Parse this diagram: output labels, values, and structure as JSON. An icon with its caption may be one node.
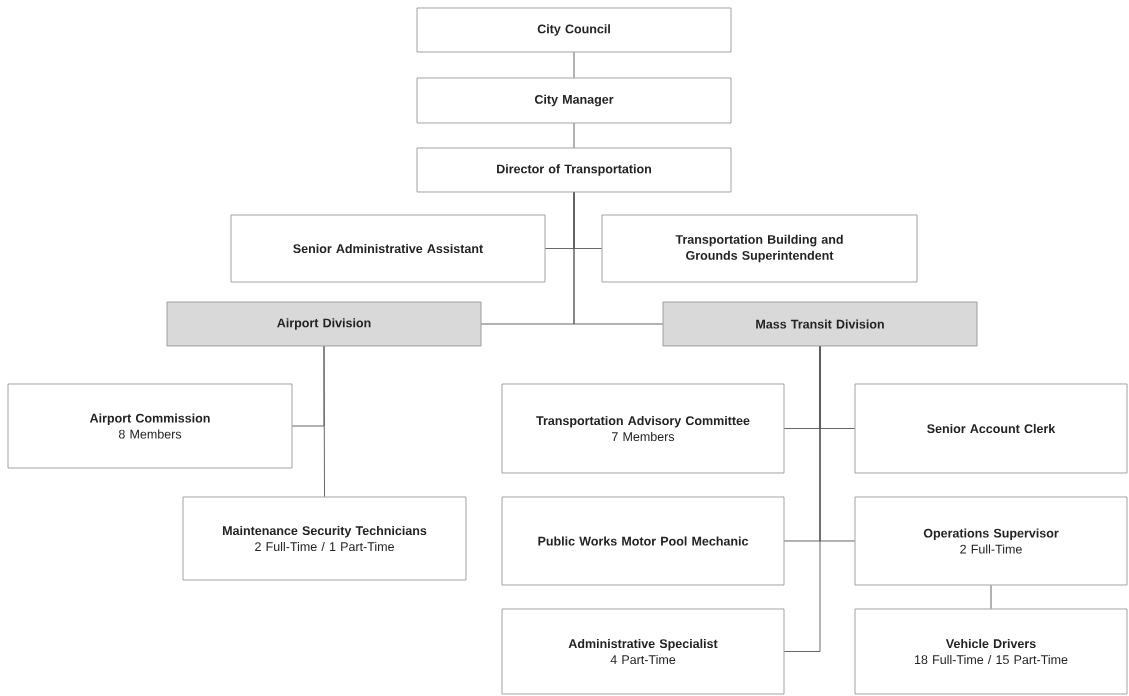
{
  "diagram": {
    "nodes": [
      {
        "text": [
          "City Council"
        ]
      },
      {
        "text": [
          "City Manager"
        ]
      },
      {
        "text": [
          "Director of Transportation"
        ]
      },
      {
        "text": [
          "Senior Administrative Assistant"
        ]
      },
      {
        "text": [
          "Transportation Building and Grounds Superintendent"
        ]
      },
      {
        "text": [
          "Airport Division"
        ]
      },
      {
        "text": [
          "Mass Transit Division"
        ]
      },
      {
        "text": [
          "Airport Commission",
          "8 Members"
        ]
      },
      {
        "text": [
          "Maintenance Security Technicians",
          "2 Full-Time / 1 Part-Time"
        ]
      },
      {
        "text": [
          "Transportation Advisory Committee",
          "7 Members"
        ]
      },
      {
        "text": [
          "Senior Account Clerk"
        ]
      },
      {
        "text": [
          "Public Works Motor Pool Mechanic"
        ]
      },
      {
        "text": [
          "Operations Supervisor",
          "2 Full-Time"
        ]
      },
      {
        "text": [
          "Administrative Specialist",
          "4 Part-Time"
        ]
      },
      {
        "text": [
          "Vehicle Drivers",
          "18 Full-Time / 15 Part-Time"
        ]
      }
    ],
    "edges": [
      {
        "from": 0,
        "to": 1,
        "arrow": "none"
      },
      {
        "from": 1,
        "to": 2,
        "arrow": "none"
      },
      {
        "from": 2,
        "to": 3,
        "arrow": "none"
      },
      {
        "from": 2,
        "to": 4,
        "arrow": "none"
      },
      {
        "from": 2,
        "to": 5,
        "arrow": "none"
      },
      {
        "from": 2,
        "to": 6,
        "arrow": "none"
      },
      {
        "from": 5,
        "to": 7,
        "arrow": "none"
      },
      {
        "from": 5,
        "to": 8,
        "arrow": "none"
      },
      {
        "from": 6,
        "to": 9,
        "arrow": "none"
      },
      {
        "from": 6,
        "to": 10,
        "arrow": "none"
      },
      {
        "from": 6,
        "to": 11,
        "arrow": "none"
      },
      {
        "from": 6,
        "to": 12,
        "arrow": "none"
      },
      {
        "from": 6,
        "to": 13,
        "arrow": "none"
      },
      {
        "from": 12,
        "to": 14,
        "arrow": "none"
      }
    ]
  }
}
